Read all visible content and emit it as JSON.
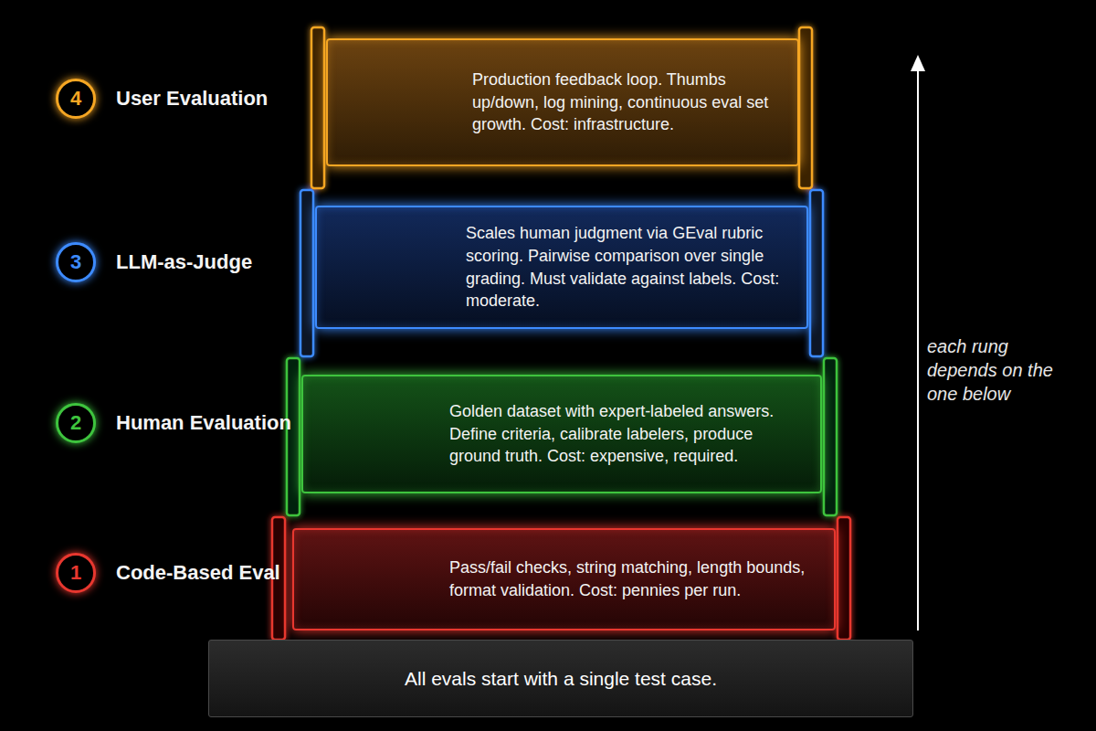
{
  "diagram": {
    "nodes": [
      {
        "text": [
          "4",
          "User Evaluation"
        ]
      },
      {
        "text": [
          "Production feedback loop. Thumbs up/down, log mining, continuous eval set growth. Cost: infrastructure."
        ]
      },
      {
        "text": [
          "3",
          "LLM-as-Judge"
        ]
      },
      {
        "text": [
          "Scales human judgment via GEval rubric scoring. Pairwise comparison over single grading. Must validate against labels. Cost: moderate."
        ]
      },
      {
        "text": [
          "2",
          "Human Evaluation"
        ]
      },
      {
        "text": [
          "Golden dataset with expert-labeled answers. Define criteria, calibrate labelers, produce ground truth. Cost: expensive, required."
        ]
      },
      {
        "text": [
          "1",
          "Code-Based Eval"
        ]
      },
      {
        "text": [
          "Pass/fail checks, string matching, length bounds, format validation. Cost: pennies per run."
        ]
      },
      {
        "text": [
          "All evals start with a single test case."
        ]
      }
    ],
    "edges": [
      {
        "from": 7,
        "to": 5,
        "arrow": "to"
      },
      {
        "from": 5,
        "to": 3,
        "arrow": "to"
      },
      {
        "from": 3,
        "to": 1,
        "arrow": "to"
      }
    ],
    "labels": [
      "each rung depends on the one below"
    ]
  }
}
